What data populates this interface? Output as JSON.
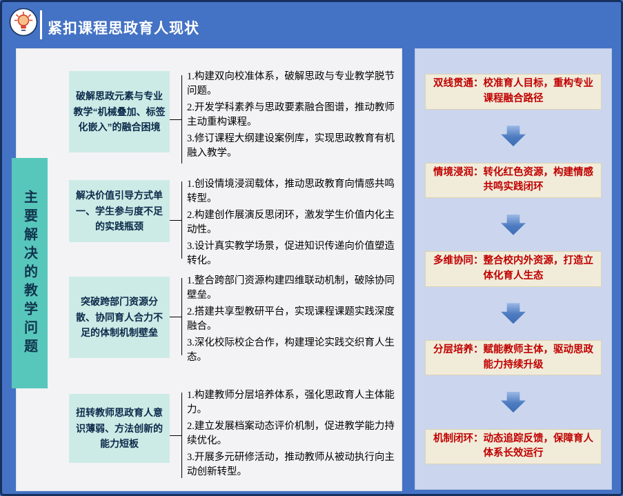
{
  "header": {
    "title": "紧扣课程思政育人现状",
    "icon": "lightbulb-icon"
  },
  "left_panel": {
    "vertical_title": "主要解决的教学问题",
    "rows": [
      {
        "problem": "破解思政元素与专业教学“机械叠加、标签化嵌入”的融合困境",
        "items": [
          "1.构建双向校准体系，破解思政与专业教学脱节问题。",
          "2.开发学科素养与思政要素融合图谱，推动教师主动重构课程。",
          "3.修订课程大纲建设案例库，实现思政教育有机融入教学。"
        ]
      },
      {
        "problem": "解决价值引导方式单一、学生参与度不足的实践瓶颈",
        "items": [
          "1.创设情境浸润载体，推动思政教育向情感共鸣转型。",
          "2.构建创作展演反思闭环，激发学生价值内化主动性。",
          "3.设计真实教学场景，促进知识传递向价值塑造转化。"
        ]
      },
      {
        "problem": "突破跨部门资源分散、协同育人合力不足的体制机制壁垒",
        "items": [
          "1.整合跨部门资源构建四维联动机制，破除协同壁垒。",
          "2.搭建共享型教研平台，实现课程课题实践深度融合。",
          "3.深化校际校企合作，构建理论实践交织育人生态。"
        ]
      },
      {
        "problem": "扭转教师思政育人意识薄弱、方法创新的能力短板",
        "items": [
          "1.构建教师分层培养体系，强化思政育人主体能力。",
          "2.建立发展档案动态评价机制，促进教学能力持续优化。",
          "3.开展多元研修活动，推动教师从被动执行向主动创新转型。"
        ]
      }
    ]
  },
  "right_panel": {
    "steps": [
      "双线贯通：校准育人目标，重构专业课程融合路径",
      "情境浸润：转化红色资源，构建情感共鸣实践闭环",
      "多维协同：整合校内外资源，打造立体化育人生态",
      "分层培养：赋能教师主体，驱动思政能力持续升级",
      "机制闭环：动态追踪反馈，保障育人体系长效运行"
    ]
  },
  "colors": {
    "background": "#4472C4",
    "border": "#16305E",
    "left_panel": "#F3F3F5",
    "teal_box": "#CDEBE6",
    "teal_bar": "#58C7BB",
    "right_panel": "#CBD6EE",
    "step_box": "#F1ECDA",
    "step_text": "#C00000",
    "arrow": "#4D7BC0",
    "title_text": "#FFFFFF"
  }
}
